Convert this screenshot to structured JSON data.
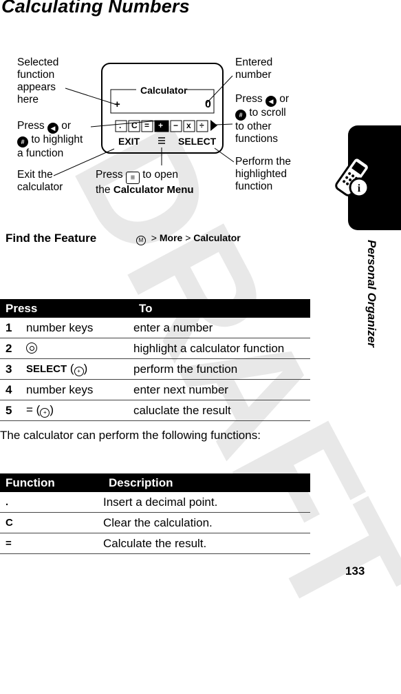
{
  "page": {
    "title": "Calculating Numbers",
    "watermark": "DRAFT",
    "section_tab": "Personal Organizer",
    "page_number": "133"
  },
  "diagram": {
    "screen_title": "Calculator",
    "sign": "+",
    "entered_value": "0",
    "function_keys": [
      ".",
      "C",
      "=",
      "+",
      "−",
      "x",
      "÷"
    ],
    "left_soft_key": "EXIT",
    "right_soft_key": "SELECT",
    "callouts": {
      "selected_function": [
        "Selected",
        "function",
        "appears",
        "here"
      ],
      "highlight": {
        "line1_pre": "Press",
        "line1_post": "or",
        "line2": "to highlight",
        "line3": "a function"
      },
      "exit": [
        "Exit the",
        "calculator"
      ],
      "menu": {
        "line1_pre": "Press",
        "line1_post": "to open",
        "line2_pre": "the",
        "line2_menu": "Calculator Menu"
      },
      "entered_number": [
        "Entered",
        "number"
      ],
      "scroll": {
        "line1_pre": "Press",
        "line1_post": "or",
        "line2": "to scroll",
        "line3": "to other",
        "line4": "functions"
      },
      "perform": [
        "Perform the",
        "highlighted",
        "function"
      ]
    }
  },
  "find_feature": {
    "label": "Find the Feature",
    "sep1": ">",
    "more": "More",
    "sep2": ">",
    "calculator": "Calculator"
  },
  "steps_table": {
    "headers": [
      "Press",
      "To"
    ],
    "rows": [
      {
        "n": "1",
        "press": "number keys",
        "to": "enter a number"
      },
      {
        "n": "2",
        "press": "",
        "to": "highlight a calculator function"
      },
      {
        "n": "3",
        "press": "SELECT",
        "press_suffix": "(",
        "press_close": ")",
        "to": "perform the function"
      },
      {
        "n": "4",
        "press": "number keys",
        "to": "enter next number"
      },
      {
        "n": "5",
        "press": "= (",
        "press_close": ")",
        "to": "caluclate the result"
      }
    ]
  },
  "intro_text": "The calculator can perform the following functions:",
  "functions_table": {
    "headers": [
      "Function",
      "Description"
    ],
    "rows": [
      {
        "fn": ".",
        "desc": "Insert a decimal point."
      },
      {
        "fn": "C",
        "desc": "Clear the calculation."
      },
      {
        "fn": "=",
        "desc": "Calculate the result."
      }
    ]
  },
  "icons": {
    "nav_left": "left-nav-key-icon",
    "nav_hash": "pound-key-icon",
    "menu_key": "menu-key-icon",
    "nav_center": "nav-center-key-icon",
    "softkey": "right-soft-key-icon",
    "phone_info": "phone-info-icon"
  }
}
